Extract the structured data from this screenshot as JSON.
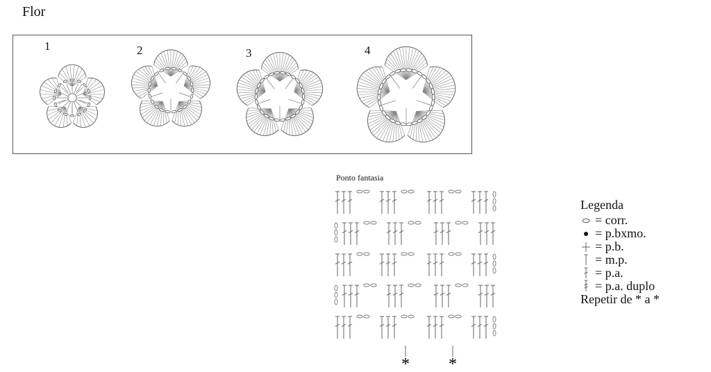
{
  "title": "Flor",
  "steps": [
    "1",
    "2",
    "3",
    "4"
  ],
  "stitch_title": "Ponto fantasia",
  "repeat_marks": [
    "*",
    "*"
  ],
  "legend": {
    "heading": "Legenda",
    "items": [
      {
        "icon": "chain-oval-icon",
        "text": "= corr."
      },
      {
        "icon": "slip-stitch-dot-icon",
        "text": "= p.bxmo."
      },
      {
        "icon": "single-crochet-cross-icon",
        "text": "= p.b."
      },
      {
        "icon": "half-double-stitch-icon",
        "text": "= m.p."
      },
      {
        "icon": "double-crochet-icon",
        "text": "= p.a."
      },
      {
        "icon": "treble-crochet-icon",
        "text": "= p.a. duplo"
      }
    ],
    "repeat_note": "Repetir de * a *"
  }
}
